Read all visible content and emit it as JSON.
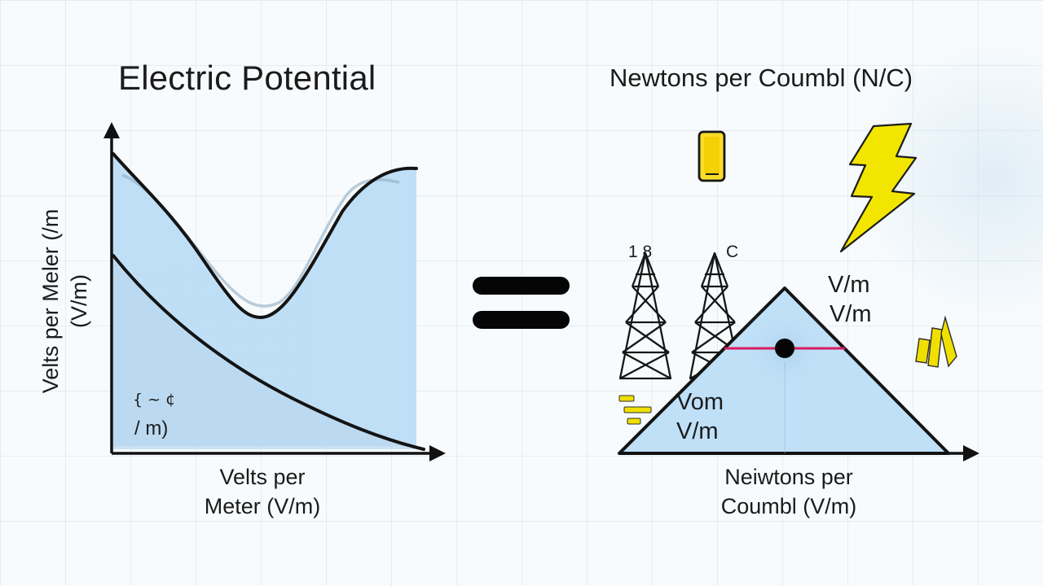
{
  "left_graph": {
    "title": "Electric Potential",
    "y_label_line1": "Velts per Meler (/m",
    "y_label_line2": "(V/m)",
    "x_label_line1": "Velts per",
    "x_label_line2": "Meter (V/m)",
    "inner_note": "/ m)",
    "inner_note_mark": "{ ~  ¢",
    "fill_color": "#bfdff7",
    "line_color": "#141414"
  },
  "right_graph": {
    "title": "Newtons per Coumbl (N/C)",
    "tower_label_left": "1 8",
    "tower_label_right": "C",
    "unit_top_1": "V/m",
    "unit_top_2": "V/m",
    "unit_bottom_1": "Vom",
    "unit_bottom_2": "V/m",
    "x_label_line1": "Neiwtons per",
    "x_label_line2": "Coumbl (V/m)",
    "triangle_color": "#bfe0f7",
    "accent_color": "#d81b60",
    "yellow_color": "#f2e600"
  },
  "equals_color": "#050505",
  "icons": {
    "phone": "phone-icon",
    "lightning": "lightning-icon",
    "tower": "tower-icon",
    "wave": "wave-icon",
    "equals": "equals-icon"
  }
}
